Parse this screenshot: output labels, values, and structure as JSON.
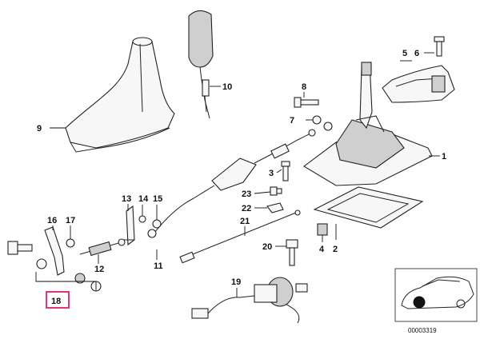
{
  "labels": {
    "l1": "1",
    "l2": "2",
    "l3": "3",
    "l4": "4",
    "l5": "5",
    "l6": "6",
    "l7": "7",
    "l8": "8",
    "l9": "9",
    "l10": "10",
    "l11": "11",
    "l12": "12",
    "l13": "13",
    "l14": "14",
    "l15": "15",
    "l16": "16",
    "l17": "17",
    "l18": "18",
    "l19": "19",
    "l20": "20",
    "l21": "21",
    "l22": "22",
    "l23": "23"
  },
  "highlight_color": "#e0357a",
  "diagram_id": "00003319"
}
